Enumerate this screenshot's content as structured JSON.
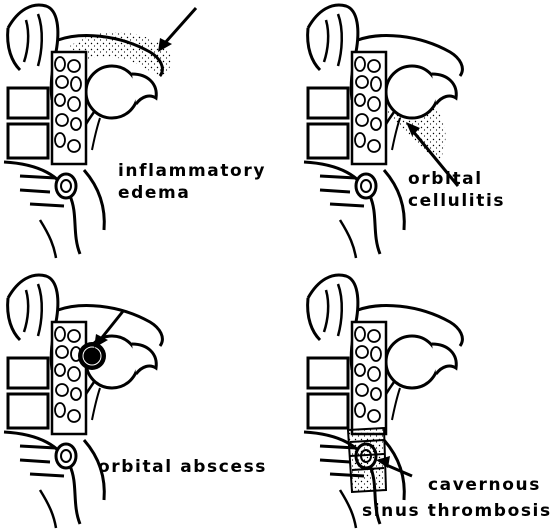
{
  "panels": [
    {
      "label_lines": [
        "inflammatory",
        "edema"
      ]
    },
    {
      "label_lines": [
        "orbital",
        "cellulitis"
      ]
    },
    {
      "label_lines": [
        "orbital abscess"
      ]
    },
    {
      "label_lines": [
        "cavernous",
        "sinus thrombosis"
      ]
    }
  ],
  "colors": {
    "ink": "#000000",
    "background": "#ffffff"
  }
}
